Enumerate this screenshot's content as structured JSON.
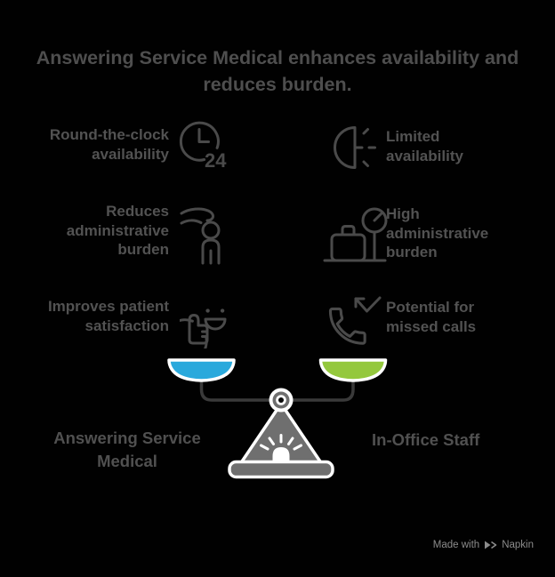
{
  "title": "Answering Service Medical enhances availability and reduces burden.",
  "left_column": {
    "label": "Answering Service Medical",
    "items": [
      {
        "text": "Round-the-clock availability",
        "icon": "clock-24-icon",
        "icon_badge": "24"
      },
      {
        "text": "Reduces administrative burden",
        "icon": "helping-hand-person-icon"
      },
      {
        "text": "Improves patient satisfaction",
        "icon": "smiley-thumbs-up-icon"
      }
    ]
  },
  "right_column": {
    "label": "In-Office Staff",
    "items": [
      {
        "text": "Limited availability",
        "icon": "half-clock-icon"
      },
      {
        "text": "High administrative burden",
        "icon": "luggage-scale-icon"
      },
      {
        "text": "Potential for missed calls",
        "icon": "missed-call-phone-icon"
      }
    ]
  },
  "scale": {
    "type": "balance-scale",
    "left_pan_color": "#2AA9DC",
    "right_pan_color": "#94C83D",
    "frame_color": "#6f6f6f",
    "beam_color": "#3a3a3a",
    "outline_color": "#ffffff"
  },
  "footer": {
    "made_with": "Made with",
    "brand": "Napkin"
  },
  "colors": {
    "background": "#010101",
    "title_text": "#4e4e4e",
    "item_text": "#525252",
    "icon_stroke": "#4a4a4a",
    "footer_text": "#8c8c8c"
  }
}
